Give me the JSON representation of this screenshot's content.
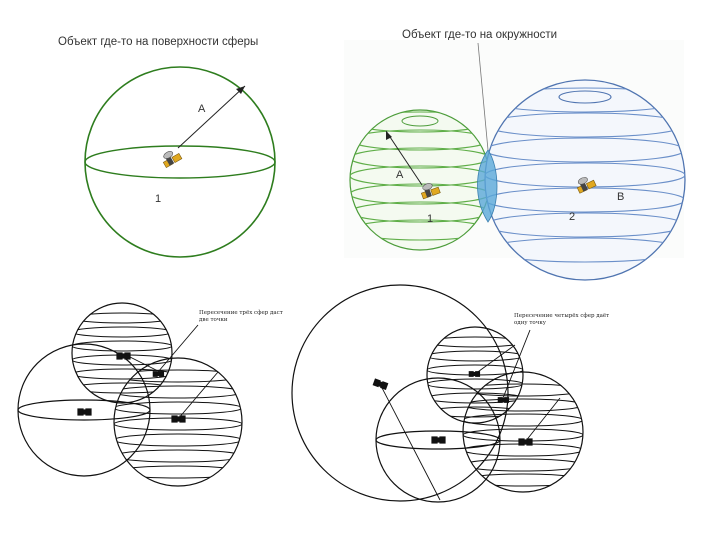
{
  "panel_top_left": {
    "caption": "Объект где-то на поверхности сферы",
    "label_radius": "A",
    "label_number": "1"
  },
  "panel_top_right": {
    "caption": "Объект где-то на окружности",
    "label_radius_a": "A",
    "label_number_1": "1",
    "label_radius_b": "B",
    "label_number_2": "2"
  },
  "panel_bottom_left": {
    "annotation_line1": "Пересечение трёх сфер даст",
    "annotation_line2": "две точки"
  },
  "panel_bottom_right": {
    "annotation_line1": "Пересечение четырёх сфер даёт",
    "annotation_line2": "одну точку"
  },
  "colors": {
    "green": "#2e7d1e",
    "blue": "#6a8fc9",
    "lens": "#5aa8d8",
    "black": "#111111"
  },
  "icons": [
    "satellite-icon"
  ]
}
